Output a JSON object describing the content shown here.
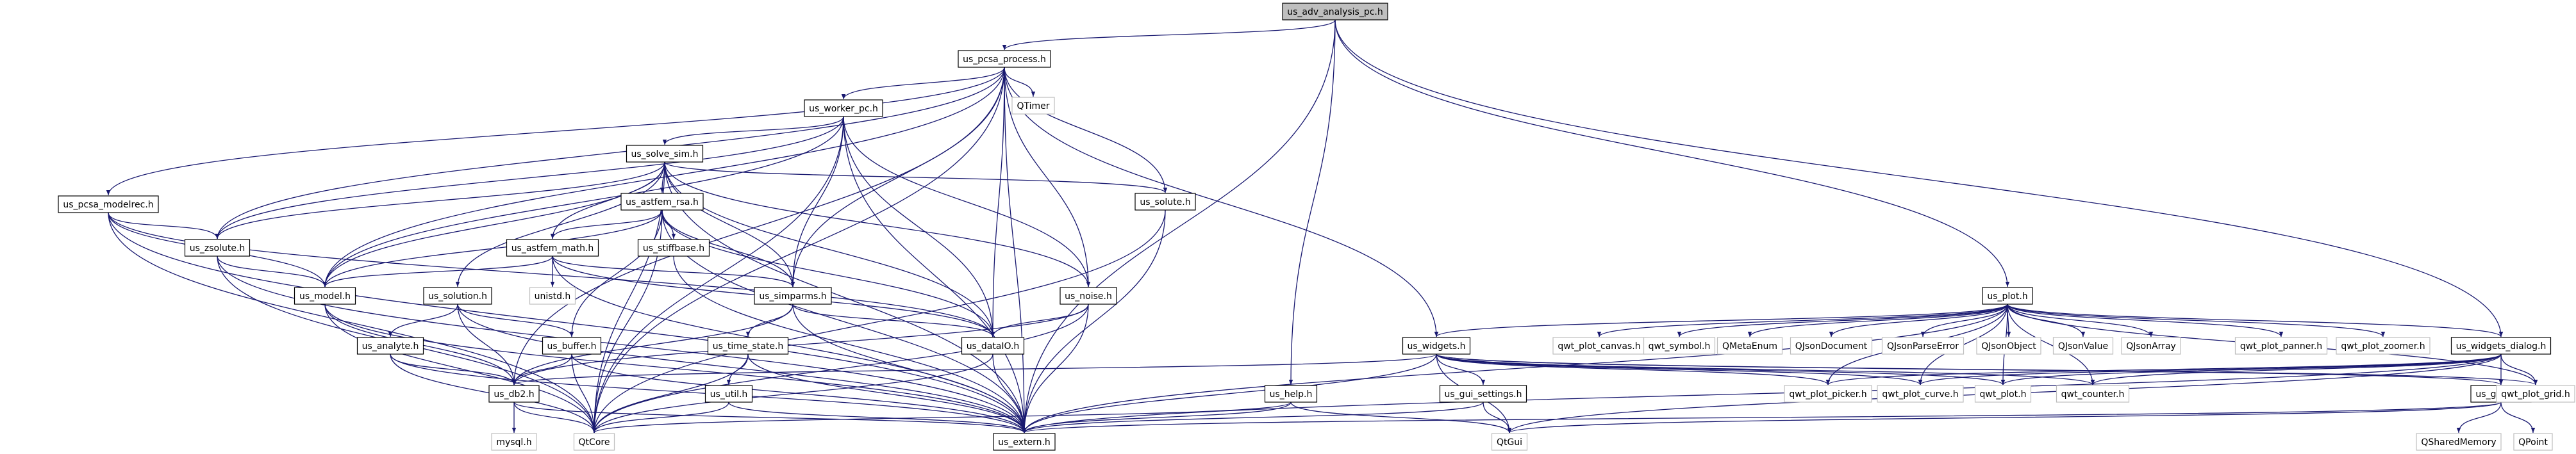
{
  "graph": {
    "colors": {
      "edge": "#191970",
      "node_border": "#000000",
      "missing_border": "#bfbfbf",
      "root_fill": "#bfbfbf",
      "text": "#000000"
    },
    "nodes": [
      {
        "id": "root",
        "label": "us_adv_analysis_pc.h",
        "kind": "root"
      },
      {
        "id": "pcsa",
        "label": "us_pcsa_process.h",
        "kind": "box"
      },
      {
        "id": "qtimer",
        "label": "QTimer",
        "kind": "missing"
      },
      {
        "id": "worker",
        "label": "us_worker_pc.h",
        "kind": "box"
      },
      {
        "id": "solve",
        "label": "us_solve_sim.h",
        "kind": "box"
      },
      {
        "id": "modelrec",
        "label": "us_pcsa_modelrec.h",
        "kind": "box"
      },
      {
        "id": "zsolute",
        "label": "us_zsolute.h",
        "kind": "box"
      },
      {
        "id": "astfemrsa",
        "label": "us_astfem_rsa.h",
        "kind": "box"
      },
      {
        "id": "stiff",
        "label": "us_stiffbase.h",
        "kind": "box"
      },
      {
        "id": "solute",
        "label": "us_solute.h",
        "kind": "box"
      },
      {
        "id": "astfemmath",
        "label": "us_astfem_math.h",
        "kind": "box"
      },
      {
        "id": "unistd",
        "label": "unistd.h",
        "kind": "missing"
      },
      {
        "id": "model",
        "label": "us_model.h",
        "kind": "box"
      },
      {
        "id": "solution",
        "label": "us_solution.h",
        "kind": "box"
      },
      {
        "id": "simparms",
        "label": "us_simparms.h",
        "kind": "box"
      },
      {
        "id": "noise",
        "label": "us_noise.h",
        "kind": "box"
      },
      {
        "id": "analyte",
        "label": "us_analyte.h",
        "kind": "box"
      },
      {
        "id": "buffer",
        "label": "us_buffer.h",
        "kind": "box"
      },
      {
        "id": "timestate",
        "label": "us_time_state.h",
        "kind": "box"
      },
      {
        "id": "dataio",
        "label": "us_dataIO.h",
        "kind": "box"
      },
      {
        "id": "db2",
        "label": "us_db2.h",
        "kind": "box"
      },
      {
        "id": "util",
        "label": "us_util.h",
        "kind": "box"
      },
      {
        "id": "mysql",
        "label": "mysql.h",
        "kind": "missing"
      },
      {
        "id": "qtcore",
        "label": "QtCore",
        "kind": "missing"
      },
      {
        "id": "extern",
        "label": "us_extern.h",
        "kind": "box"
      },
      {
        "id": "help",
        "label": "us_help.h",
        "kind": "box"
      },
      {
        "id": "plot",
        "label": "us_plot.h",
        "kind": "box"
      },
      {
        "id": "widgets",
        "label": "us_widgets.h",
        "kind": "box"
      },
      {
        "id": "plotcanvas",
        "label": "qwt_plot_canvas.h",
        "kind": "missing"
      },
      {
        "id": "symbol",
        "label": "qwt_symbol.h",
        "kind": "missing"
      },
      {
        "id": "qmetaenum",
        "label": "QMetaEnum",
        "kind": "missing"
      },
      {
        "id": "qjsondoc",
        "label": "QJsonDocument",
        "kind": "missing"
      },
      {
        "id": "qjsonerr",
        "label": "QJsonParseError",
        "kind": "missing"
      },
      {
        "id": "qjsonobj",
        "label": "QJsonObject",
        "kind": "missing"
      },
      {
        "id": "qjsonval",
        "label": "QJsonValue",
        "kind": "missing"
      },
      {
        "id": "qjsonarr",
        "label": "QJsonArray",
        "kind": "missing"
      },
      {
        "id": "panner",
        "label": "qwt_plot_panner.h",
        "kind": "missing"
      },
      {
        "id": "zoomer",
        "label": "qwt_plot_zoomer.h",
        "kind": "missing"
      },
      {
        "id": "wdialog",
        "label": "us_widgets_dialog.h",
        "kind": "box"
      },
      {
        "id": "guiset",
        "label": "us_gui_settings.h",
        "kind": "box"
      },
      {
        "id": "qtgui",
        "label": "QtGui",
        "kind": "missing"
      },
      {
        "id": "picker",
        "label": "qwt_plot_picker.h",
        "kind": "missing"
      },
      {
        "id": "curve",
        "label": "qwt_plot_curve.h",
        "kind": "missing"
      },
      {
        "id": "qwtplot",
        "label": "qwt_plot.h",
        "kind": "missing"
      },
      {
        "id": "counter",
        "label": "qwt_counter.h",
        "kind": "missing"
      },
      {
        "id": "global",
        "label": "us_global.h",
        "kind": "box"
      },
      {
        "id": "grid",
        "label": "qwt_plot_grid.h",
        "kind": "missing"
      },
      {
        "id": "qshm",
        "label": "QSharedMemory",
        "kind": "missing"
      },
      {
        "id": "qpoint",
        "label": "QPoint",
        "kind": "missing"
      }
    ],
    "edges": [
      [
        "root",
        "pcsa"
      ],
      [
        "root",
        "help"
      ],
      [
        "root",
        "extern"
      ],
      [
        "root",
        "plot"
      ],
      [
        "root",
        "wdialog"
      ],
      [
        "pcsa",
        "qtimer"
      ],
      [
        "pcsa",
        "worker"
      ],
      [
        "pcsa",
        "modelrec"
      ],
      [
        "pcsa",
        "zsolute"
      ],
      [
        "pcsa",
        "model"
      ],
      [
        "pcsa",
        "solute"
      ],
      [
        "pcsa",
        "simparms"
      ],
      [
        "pcsa",
        "noise"
      ],
      [
        "pcsa",
        "dataio"
      ],
      [
        "pcsa",
        "db2"
      ],
      [
        "pcsa",
        "qtcore"
      ],
      [
        "pcsa",
        "extern"
      ],
      [
        "pcsa",
        "widgets"
      ],
      [
        "worker",
        "solve"
      ],
      [
        "worker",
        "zsolute"
      ],
      [
        "worker",
        "model"
      ],
      [
        "worker",
        "simparms"
      ],
      [
        "worker",
        "noise"
      ],
      [
        "worker",
        "dataio"
      ],
      [
        "worker",
        "qtcore"
      ],
      [
        "worker",
        "extern"
      ],
      [
        "solve",
        "zsolute"
      ],
      [
        "solve",
        "solute"
      ],
      [
        "solve",
        "astfemrsa"
      ],
      [
        "solve",
        "astfemmath"
      ],
      [
        "solve",
        "model"
      ],
      [
        "solve",
        "solution"
      ],
      [
        "solve",
        "simparms"
      ],
      [
        "solve",
        "noise"
      ],
      [
        "solve",
        "dataio"
      ],
      [
        "solve",
        "qtcore"
      ],
      [
        "solve",
        "extern"
      ],
      [
        "modelrec",
        "zsolute"
      ],
      [
        "modelrec",
        "model"
      ],
      [
        "modelrec",
        "dataio"
      ],
      [
        "modelrec",
        "qtcore"
      ],
      [
        "modelrec",
        "extern"
      ],
      [
        "zsolute",
        "model"
      ],
      [
        "zsolute",
        "qtcore"
      ],
      [
        "zsolute",
        "extern"
      ],
      [
        "astfemrsa",
        "stiff"
      ],
      [
        "astfemrsa",
        "astfemmath"
      ],
      [
        "astfemrsa",
        "model"
      ],
      [
        "astfemrsa",
        "simparms"
      ],
      [
        "astfemrsa",
        "dataio"
      ],
      [
        "astfemrsa",
        "buffer"
      ],
      [
        "astfemrsa",
        "qtcore"
      ],
      [
        "astfemrsa",
        "extern"
      ],
      [
        "stiff",
        "extern"
      ],
      [
        "solute",
        "qtcore"
      ],
      [
        "solute",
        "extern"
      ],
      [
        "astfemmath",
        "unistd"
      ],
      [
        "astfemmath",
        "model"
      ],
      [
        "astfemmath",
        "simparms"
      ],
      [
        "astfemmath",
        "dataio"
      ],
      [
        "astfemmath",
        "extern"
      ],
      [
        "model",
        "db2"
      ],
      [
        "model",
        "qtcore"
      ],
      [
        "model",
        "extern"
      ],
      [
        "solution",
        "analyte"
      ],
      [
        "solution",
        "buffer"
      ],
      [
        "solution",
        "db2"
      ],
      [
        "solution",
        "extern"
      ],
      [
        "simparms",
        "timestate"
      ],
      [
        "simparms",
        "dataio"
      ],
      [
        "simparms",
        "db2"
      ],
      [
        "simparms",
        "extern"
      ],
      [
        "noise",
        "dataio"
      ],
      [
        "noise",
        "db2"
      ],
      [
        "noise",
        "qtcore"
      ],
      [
        "noise",
        "extern"
      ],
      [
        "analyte",
        "db2"
      ],
      [
        "analyte",
        "qtcore"
      ],
      [
        "analyte",
        "extern"
      ],
      [
        "buffer",
        "db2"
      ],
      [
        "buffer",
        "qtcore"
      ],
      [
        "buffer",
        "extern"
      ],
      [
        "timestate",
        "util"
      ],
      [
        "timestate",
        "qtcore"
      ],
      [
        "timestate",
        "extern"
      ],
      [
        "dataio",
        "qtcore"
      ],
      [
        "dataio",
        "extern"
      ],
      [
        "db2",
        "mysql"
      ],
      [
        "db2",
        "qtcore"
      ],
      [
        "db2",
        "extern"
      ],
      [
        "util",
        "qtcore"
      ],
      [
        "util",
        "extern"
      ],
      [
        "help",
        "qtcore"
      ],
      [
        "help",
        "extern"
      ],
      [
        "help",
        "qtgui"
      ],
      [
        "plot",
        "widgets"
      ],
      [
        "plot",
        "plotcanvas"
      ],
      [
        "plot",
        "symbol"
      ],
      [
        "plot",
        "qmetaenum"
      ],
      [
        "plot",
        "qjsondoc"
      ],
      [
        "plot",
        "qjsonerr"
      ],
      [
        "plot",
        "qjsonobj"
      ],
      [
        "plot",
        "qjsonval"
      ],
      [
        "plot",
        "qjsonarr"
      ],
      [
        "plot",
        "panner"
      ],
      [
        "plot",
        "zoomer"
      ],
      [
        "plot",
        "wdialog"
      ],
      [
        "plot",
        "picker"
      ],
      [
        "plot",
        "curve"
      ],
      [
        "plot",
        "qwtplot"
      ],
      [
        "plot",
        "counter"
      ],
      [
        "plot",
        "grid"
      ],
      [
        "plot",
        "extern"
      ],
      [
        "widgets",
        "guiset"
      ],
      [
        "widgets",
        "qtgui"
      ],
      [
        "widgets",
        "picker"
      ],
      [
        "widgets",
        "curve"
      ],
      [
        "widgets",
        "qwtplot"
      ],
      [
        "widgets",
        "counter"
      ],
      [
        "widgets",
        "global"
      ],
      [
        "widgets",
        "grid"
      ],
      [
        "widgets",
        "db2"
      ],
      [
        "widgets",
        "extern"
      ],
      [
        "wdialog",
        "picker"
      ],
      [
        "wdialog",
        "curve"
      ],
      [
        "wdialog",
        "qwtplot"
      ],
      [
        "wdialog",
        "counter"
      ],
      [
        "wdialog",
        "global"
      ],
      [
        "wdialog",
        "grid"
      ],
      [
        "wdialog",
        "qtgui"
      ],
      [
        "wdialog",
        "extern"
      ],
      [
        "guiset",
        "qtgui"
      ],
      [
        "guiset",
        "extern"
      ],
      [
        "global",
        "qshm"
      ],
      [
        "global",
        "qpoint"
      ],
      [
        "global",
        "qtgui"
      ],
      [
        "global",
        "extern"
      ]
    ]
  }
}
